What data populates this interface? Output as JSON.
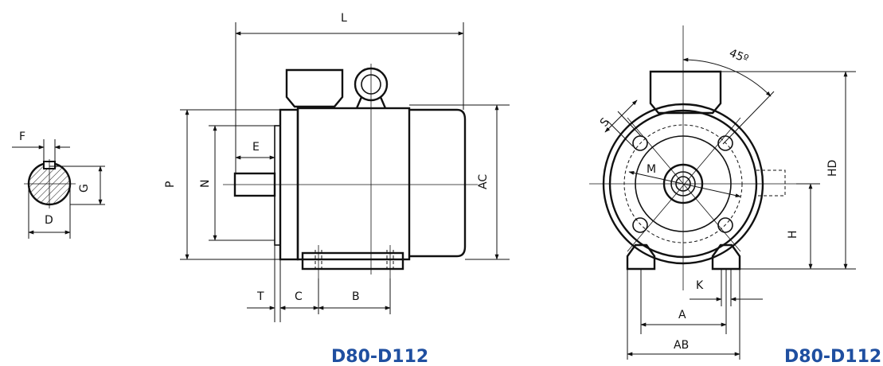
{
  "labels": {
    "F": "F",
    "G": "G",
    "D": "D",
    "L": "L",
    "P": "P",
    "N": "N",
    "E": "E",
    "AC": "AC",
    "T": "T",
    "C": "C",
    "B": "B",
    "S": "S",
    "angle": "45º",
    "M": "M",
    "HD": "HD",
    "H": "H",
    "K": "K",
    "A": "A",
    "AB": "AB"
  },
  "titles": {
    "side": "D80-D112",
    "front": "D80-D112"
  },
  "colors": {
    "line": "#111111",
    "title": "#1f4fa0"
  }
}
